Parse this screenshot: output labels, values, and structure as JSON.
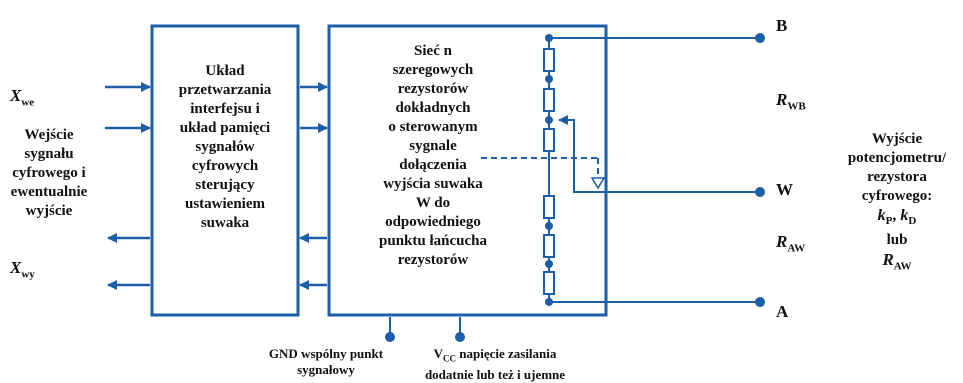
{
  "colors": {
    "accent": "#1d5ea8",
    "text": "#111111",
    "background": "#ffffff"
  },
  "left": {
    "x_we": {
      "base": "X",
      "sub": "we"
    },
    "x_wy": {
      "base": "X",
      "sub": "wy"
    },
    "input_label": [
      "Wejście",
      "sygnału",
      "cyfrowego i",
      "ewentualnie",
      "wyjście"
    ]
  },
  "block1": {
    "lines": [
      "Układ",
      "przetwarzania",
      "interfejsu i",
      "układ pamięci",
      "sygnałów",
      "cyfrowych",
      "sterujący",
      "ustawieniem",
      "suwaka"
    ]
  },
  "block2": {
    "lines": [
      "Sieć n",
      "szeregowych",
      "rezystorów",
      "dokładnych",
      "o sterowanym",
      "sygnale",
      "dołączenia",
      "wyjścia suwaka",
      "W do",
      "odpowiedniego",
      "punktu łańcucha",
      "rezystorów"
    ]
  },
  "terminals": {
    "b": "B",
    "w": "W",
    "a": "A"
  },
  "resistances": {
    "r_wb": {
      "base": "R",
      "sub": "WB"
    },
    "r_aw": {
      "base": "R",
      "sub": "AW"
    }
  },
  "output_label": {
    "lines": [
      "Wyjście",
      "potencjometru/",
      "rezystora",
      "cyfrowego:"
    ],
    "k_p": {
      "base": "k",
      "sub": "P"
    },
    "k_d": {
      "base": "k",
      "sub": "D"
    },
    "or_word": "lub",
    "r_aw": {
      "base": "R",
      "sub": "AW"
    }
  },
  "bottom": {
    "gnd_lines": [
      "GND wspólny punkt",
      "sygnałowy"
    ],
    "vcc_prefix": "V",
    "vcc_sub": "CC",
    "vcc_line1_rest": " napięcie zasilania",
    "vcc_line2": "dodatnie lub też i ujemne"
  }
}
